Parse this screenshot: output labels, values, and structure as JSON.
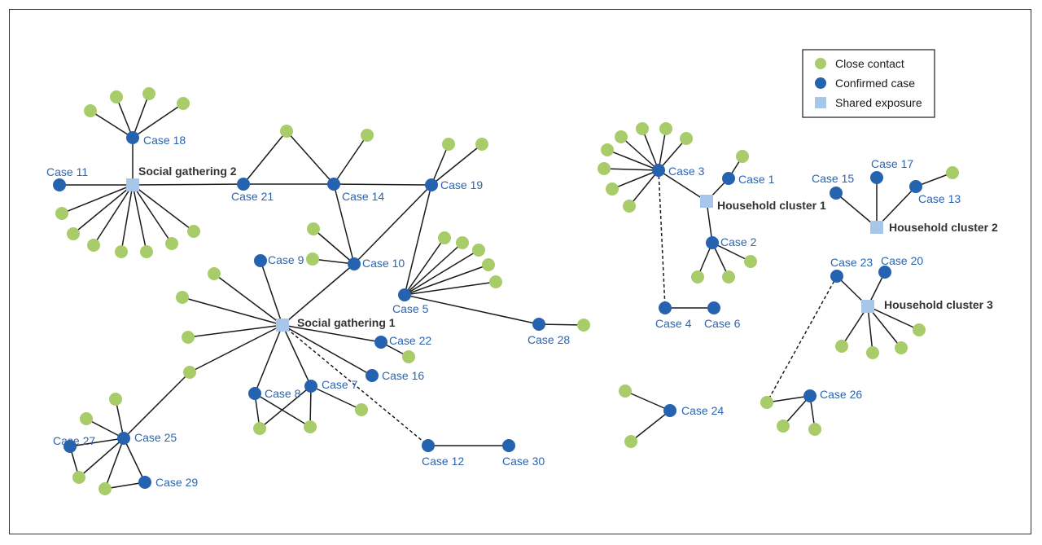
{
  "legend": {
    "items": [
      {
        "label": "Close contact",
        "kind": "contact"
      },
      {
        "label": "Confirmed case",
        "kind": "case"
      },
      {
        "label": "Shared exposure",
        "kind": "exposure"
      }
    ]
  },
  "colors": {
    "contact": "#a8cc6a",
    "case": "#2563b0",
    "exposure": "#a7c6ea",
    "edge": "#1a1a1a",
    "case_label": "#2a65b0",
    "exposure_label": "#333333"
  },
  "labels": {
    "sg1": "Social gathering 1",
    "sg2": "Social gathering 2",
    "hc1": "Household cluster 1",
    "hc2": "Household cluster 2",
    "hc3": "Household cluster 3",
    "c1": "Case 1",
    "c2": "Case 2",
    "c3": "Case 3",
    "c4": "Case 4",
    "c5": "Case 5",
    "c6": "Case 6",
    "c7": "Case 7",
    "c8": "Case 8",
    "c9": "Case 9",
    "c10": "Case 10",
    "c11": "Case 11",
    "c12": "Case 12",
    "c13": "Case 13",
    "c14": "Case 14",
    "c15": "Case 15",
    "c16": "Case 16",
    "c17": "Case 17",
    "c18": "Case 18",
    "c19": "Case 19",
    "c20": "Case 20",
    "c21": "Case 21",
    "c22": "Case 22",
    "c23": "Case 23",
    "c24": "Case 24",
    "c25": "Case 25",
    "c26": "Case 26",
    "c27": "Case 27",
    "c28": "Case 28",
    "c29": "Case 29",
    "c30": "Case 30"
  }
}
